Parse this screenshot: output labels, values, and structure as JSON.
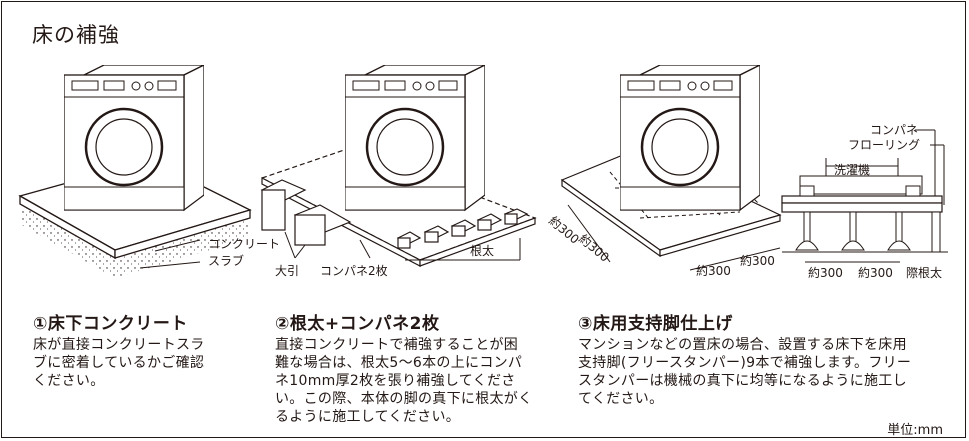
{
  "title": "床の補強",
  "figure1": {
    "label_concrete": "コンクリート",
    "label_slab": "スラブ"
  },
  "figure2": {
    "label_ohbiki": "大引",
    "label_konpane": "コンパネ2枚",
    "label_neda": "根太"
  },
  "figure3": {
    "label_a": "約300",
    "label_b": "約300",
    "label_c": "約300",
    "label_d": "約300"
  },
  "figure4": {
    "label_konpane": "コンパネ",
    "label_flooring": "フローリング",
    "label_washer": "洗濯機",
    "label_a": "約300",
    "label_b": "約300",
    "label_neda": "際根太"
  },
  "sections": [
    {
      "heading": "①床下コンクリート",
      "lines": [
        "床が直接コンクリートスラ",
        "ブに密着しているかご確認",
        "ください。"
      ]
    },
    {
      "heading": "②根太+コンパネ2枚",
      "lines": [
        "直接コンクリートで補強することが困",
        "難な場合は、根太5～6本の上にコンパ",
        "ネ10mm厚2枚を張り補強してくださ",
        "い。この際、本体の脚の真下に根太がく",
        "るように施工してください。"
      ]
    },
    {
      "heading": "③床用支持脚仕上げ",
      "lines": [
        "マンションなどの置床の場合、設置する床下を床用",
        "支持脚(フリースタンパー)9本で補強します。フリー",
        "スタンパーは機械の真下に均等になるように施工し",
        "てください。"
      ]
    }
  ],
  "unit": "単位:mm"
}
